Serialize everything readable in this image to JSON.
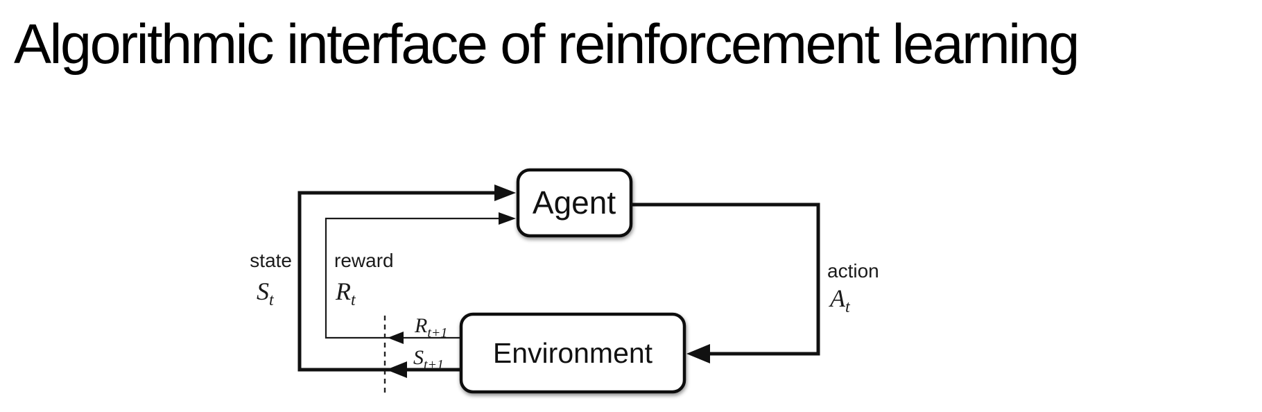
{
  "title": "Algorithmic interface of reinforcement learning",
  "diagram": {
    "agent": {
      "label": "Agent"
    },
    "environment": {
      "label": "Environment"
    },
    "state": {
      "word": "state",
      "symbol": "S",
      "subscript": "t"
    },
    "reward": {
      "word": "reward",
      "symbol": "R",
      "subscript": "t"
    },
    "action": {
      "word": "action",
      "symbol": "A",
      "subscript": "t"
    },
    "next_reward": {
      "symbol": "R",
      "subscript": "t+1"
    },
    "next_state": {
      "symbol": "S",
      "subscript": "t+1"
    },
    "colors": {
      "ink": "#111111",
      "background": "#ffffff"
    }
  }
}
